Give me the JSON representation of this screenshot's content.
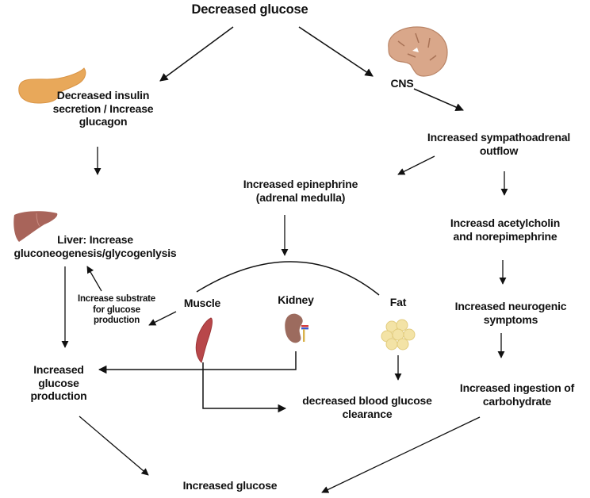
{
  "diagram": {
    "title": "Decreased glucose",
    "nodes": {
      "pancreas_effect": "Decreased insulin\nsecretion / Increase\nglucagon",
      "cns": "CNS",
      "sympathoadrenal": "Increased sympathoadrenal\noutflow",
      "epinephrine": "Increased epinephrine\n(adrenal medulla)",
      "liver": "Liver: Increase\ngluconeogenesis/glycogenlysis",
      "acetylcholine": "Increasd acetylcholin\nand norepimephrine",
      "substrate": "Increase substrate\nfor glucose\nproduction",
      "muscle": "Muscle",
      "kidney": "Kidney",
      "fat": "Fat",
      "neurogenic": "Increased neurogenic\nsymptoms",
      "glucose_production": "Increased\nglucose\nproduction",
      "clearance": "decreased blood glucose\nclearance",
      "ingestion": "Increased ingestion of\ncarbohydrate",
      "outcome": "Increased glucose"
    },
    "icons": [
      "pancreas-icon",
      "brain-icon",
      "liver-icon",
      "muscle-icon",
      "kidney-icon",
      "fat-cells-icon"
    ],
    "colors": {
      "pancreas": "#E8A85A",
      "brain": "#D9A78A",
      "liver": "#A8645A",
      "muscle": "#B8474A",
      "kidney": "#9C6B5E",
      "fat": "#F3E3A6",
      "arrow": "#111111"
    }
  }
}
